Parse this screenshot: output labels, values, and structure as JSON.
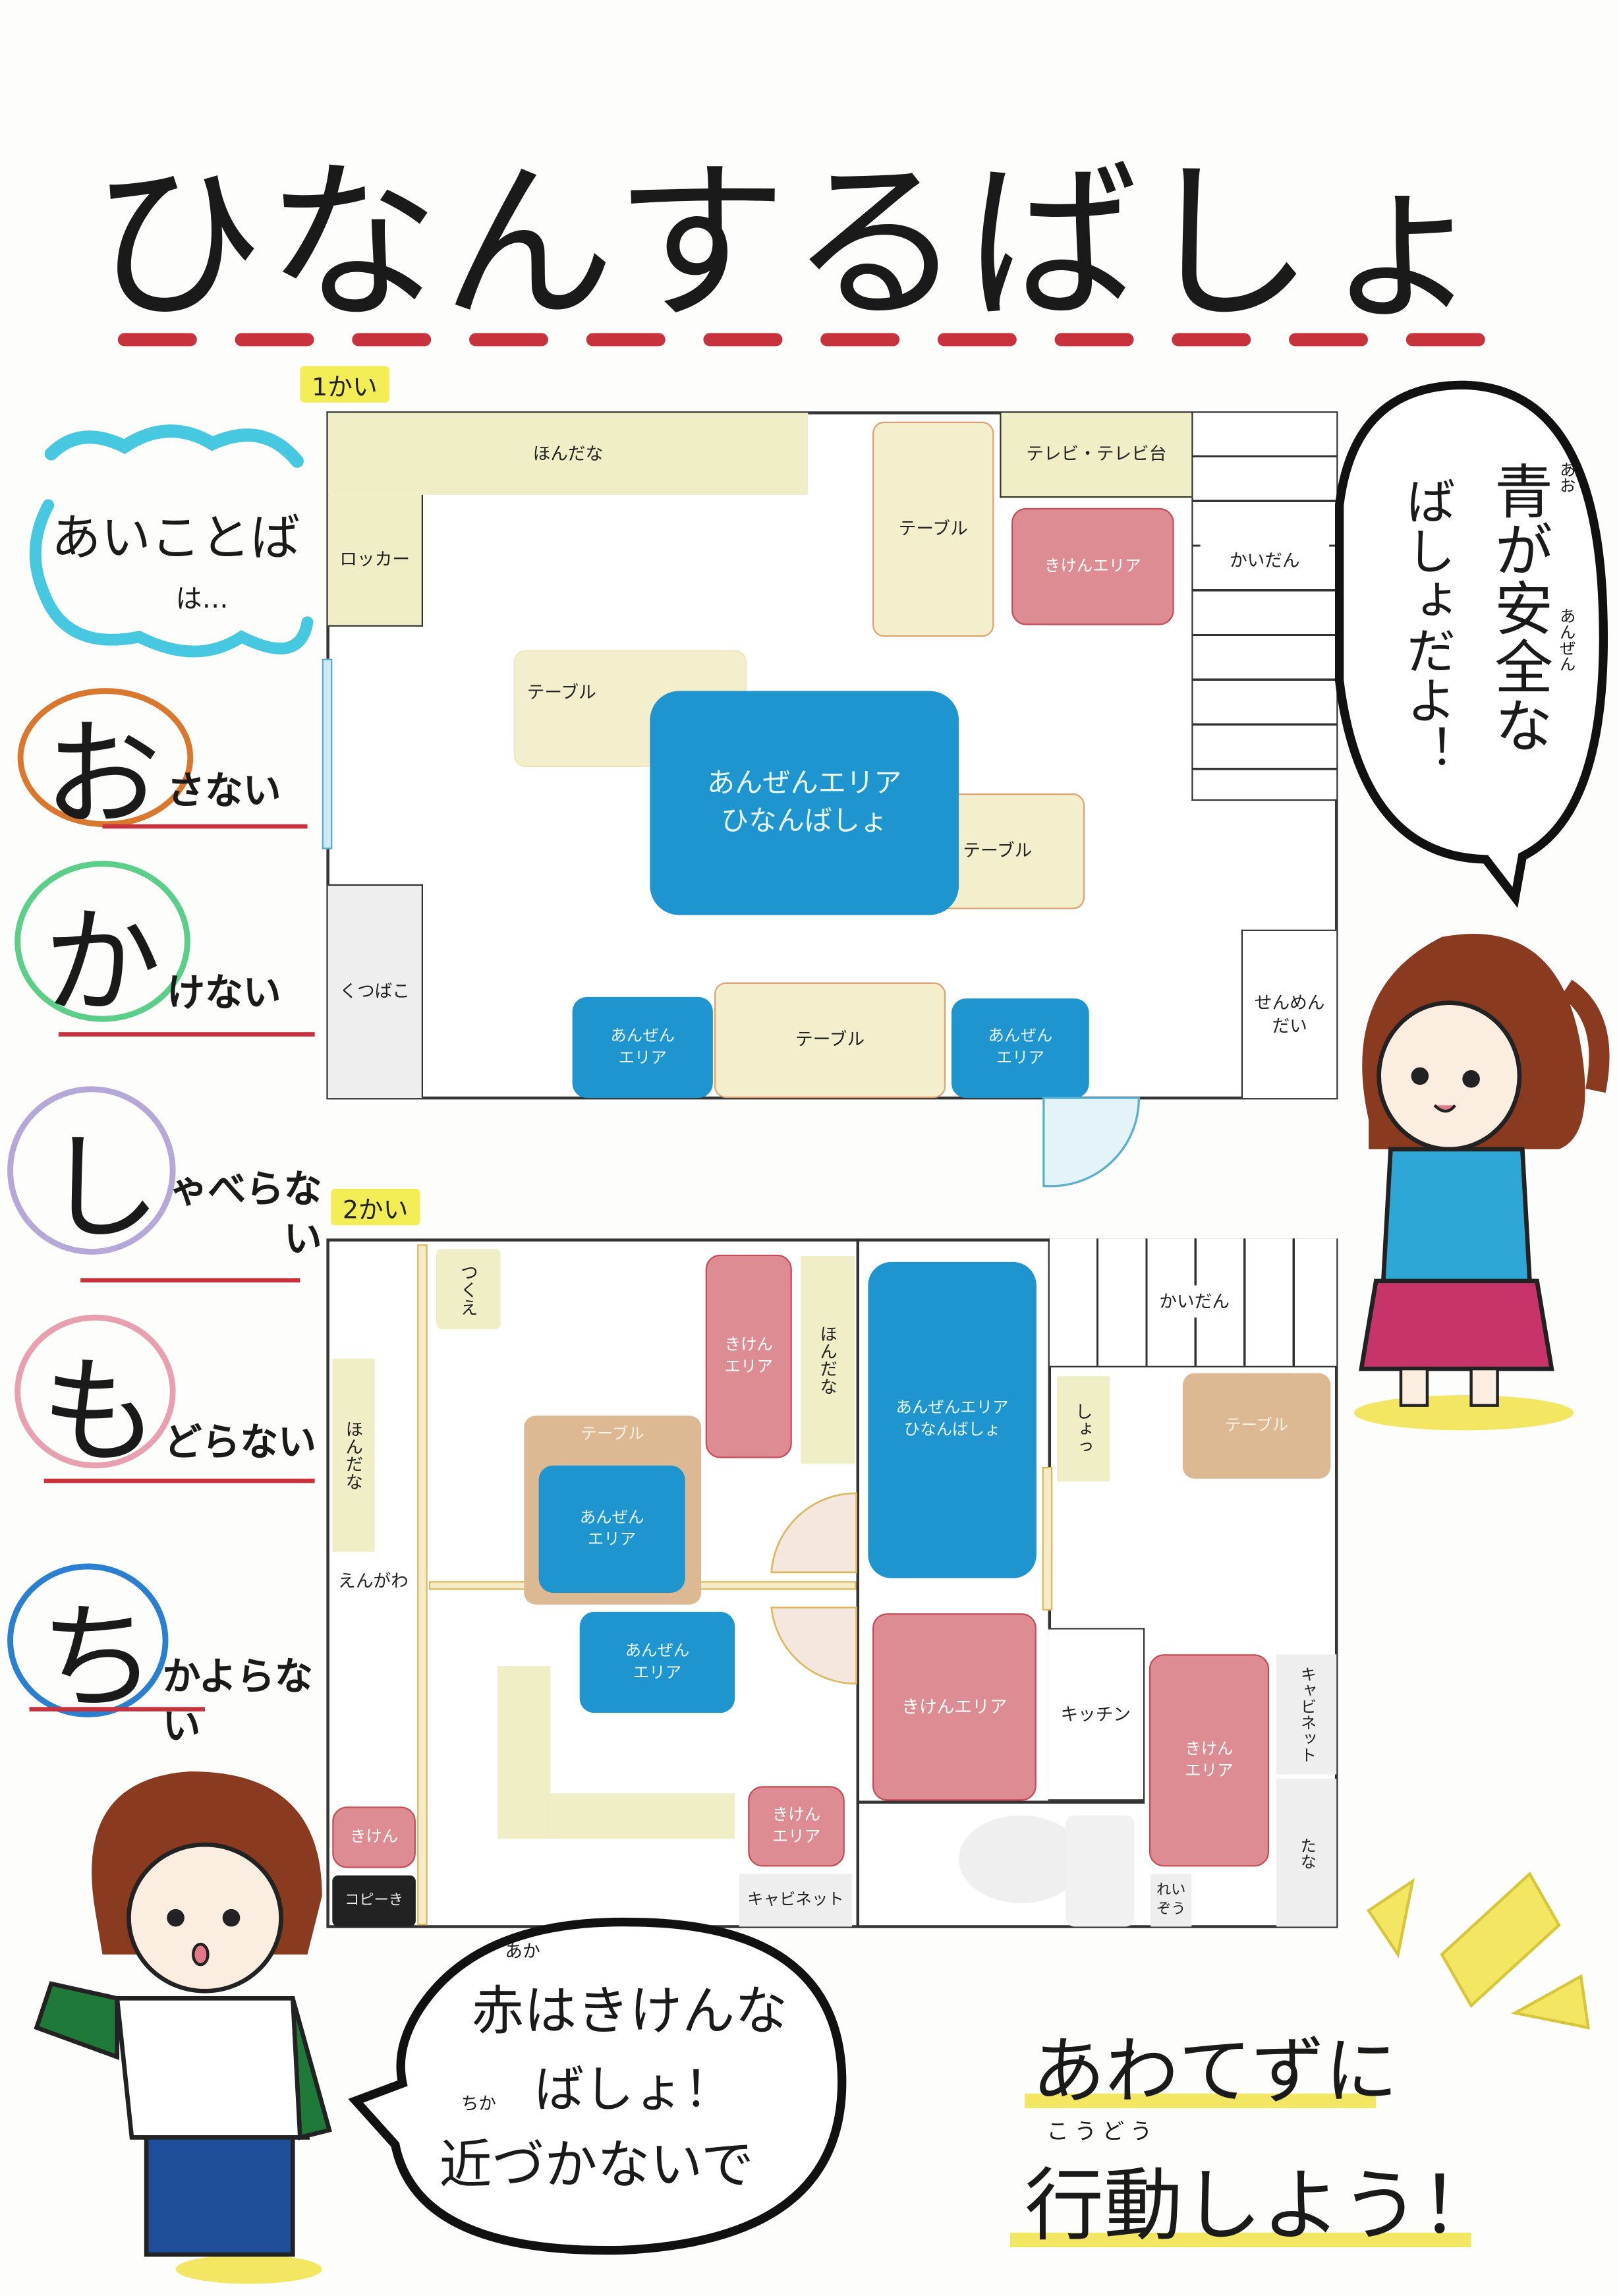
{
  "title": "ひなんするばしょ",
  "floor1": {
    "label": "1かい",
    "rooms": {
      "shelf": "ほんだな",
      "locker": "ロッカー",
      "table_top": "テーブル",
      "tv": "テレビ・テレビ台",
      "danger_area": "きけんエリア",
      "stairs": "かいだん",
      "table_left": "テーブル",
      "safe_main": "あんぜんエリア\nひなんばしょ",
      "table_right": "テーブル",
      "shoe_box": "くつばこ",
      "safe_small_left": "あんぜん\nエリア",
      "table_bottom": "テーブル",
      "safe_small_right": "あんぜん\nエリア",
      "washbasin": "せんめん\nだい"
    }
  },
  "floor2": {
    "label": "2かい",
    "rooms": {
      "desk": "つくえ",
      "shelf_left": "ほんだな",
      "veranda": "えんがわ",
      "table_tan": "テーブル",
      "safe_in_table": "あんぜん\nエリア",
      "danger_top": "きけん\nエリア",
      "shelf_mid": "ほんだな",
      "safe_main": "あんぜんエリア\nひなんばしょ",
      "stairs": "かいだん",
      "study": "しょっ",
      "table_right": "テーブル",
      "safe_lower": "あんぜん\nエリア",
      "danger_lower": "きけん\nエリア",
      "cabinet_bottom": "キャビネット",
      "danger_small": "きけん",
      "copier": "コピーき",
      "danger_big": "きけんエリア",
      "kitchen": "キッチン",
      "danger_right": "きけん\nエリア",
      "cabinet_right": "キャビネット",
      "rack": "たな",
      "fridge": "れい\nぞう"
    }
  },
  "password": {
    "heading": "あいことば",
    "suffix": "は…",
    "rules": [
      {
        "initial": "お",
        "rest": "さない",
        "color": "#d9772e"
      },
      {
        "initial": "か",
        "rest": "けない",
        "color": "#5bcf8a"
      },
      {
        "initial": "し",
        "rest": "ゃべらない",
        "color": "#b5a8d8"
      },
      {
        "initial": "も",
        "rest": "どらない",
        "color": "#e8a0b0"
      },
      {
        "initial": "ち",
        "rest": "かよらない",
        "color": "#2a7fd0"
      }
    ]
  },
  "bubble_right": {
    "ruby_ao": "あお",
    "ruby_anzen": "あんぜん",
    "line1": "青が安全な",
    "line2": "ばしょだよ！"
  },
  "bubble_bottom": {
    "ruby_aka": "あか",
    "line1": "赤はきけんな",
    "line2": "ばしょ！",
    "ruby_chika": "ちか",
    "line3": "近づかないで"
  },
  "slogan": {
    "line1": "あわてずに",
    "ruby": "こうどう",
    "line2": "行動しよう！"
  },
  "colors": {
    "safe": "#1f95cf",
    "danger": "#dc8c92",
    "underline": "#c8323c",
    "highlight": "#f3ee55"
  }
}
